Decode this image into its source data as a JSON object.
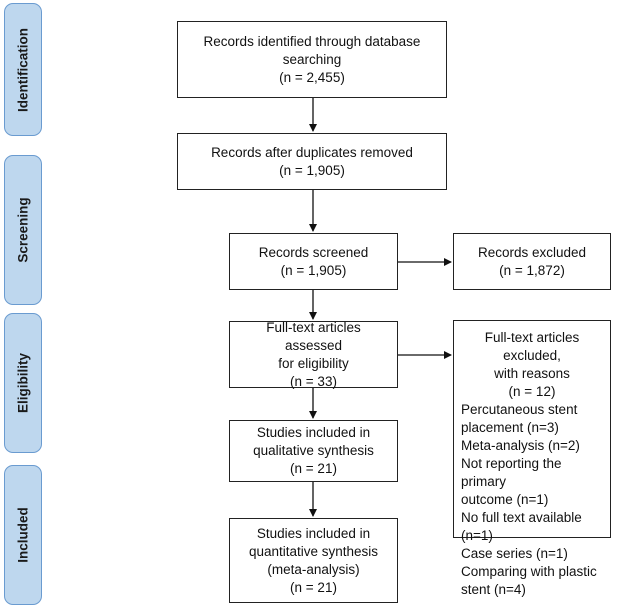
{
  "stages": {
    "identification": "Identification",
    "screening": "Screening",
    "eligibility": "Eligibility",
    "included": "Included"
  },
  "boxes": {
    "identified": {
      "line1": "Records identified through database",
      "line2": "searching",
      "line3": "(n = 2,455)"
    },
    "deduplicated": {
      "line1": "Records after duplicates removed",
      "line2": "(n = 1,905)"
    },
    "screened": {
      "line1": "Records screened",
      "line2": "(n = 1,905)"
    },
    "excluded": {
      "line1": "Records excluded",
      "line2": "(n = 1,872)"
    },
    "fulltext": {
      "line1": "Full-text articles assessed",
      "line2": "for eligibility",
      "line3": "(n = 33)"
    },
    "fulltext_excluded": {
      "line1": "Full-text articles excluded,",
      "line2": "with reasons",
      "line3": "(n = 12)",
      "reasons": [
        "Percutaneous stent",
        "placement (n=3)",
        "Meta-analysis (n=2)",
        "Not reporting the primary",
        "outcome (n=1)",
        "No full text available (n=1)",
        "Case series (n=1)",
        "Comparing with plastic",
        "stent (n=4)"
      ]
    },
    "qualitative": {
      "line1": "Studies included in",
      "line2": "qualitative synthesis",
      "line3": "(n = 21)"
    },
    "quantitative": {
      "line1": "Studies included in",
      "line2": "quantitative synthesis",
      "line3": "(meta-analysis)",
      "line4": "(n = 21)"
    }
  },
  "colors": {
    "stage_fill": "#bed7ee",
    "stage_border": "#6a9bd0",
    "box_border": "#222222",
    "arrow": "#111111"
  }
}
